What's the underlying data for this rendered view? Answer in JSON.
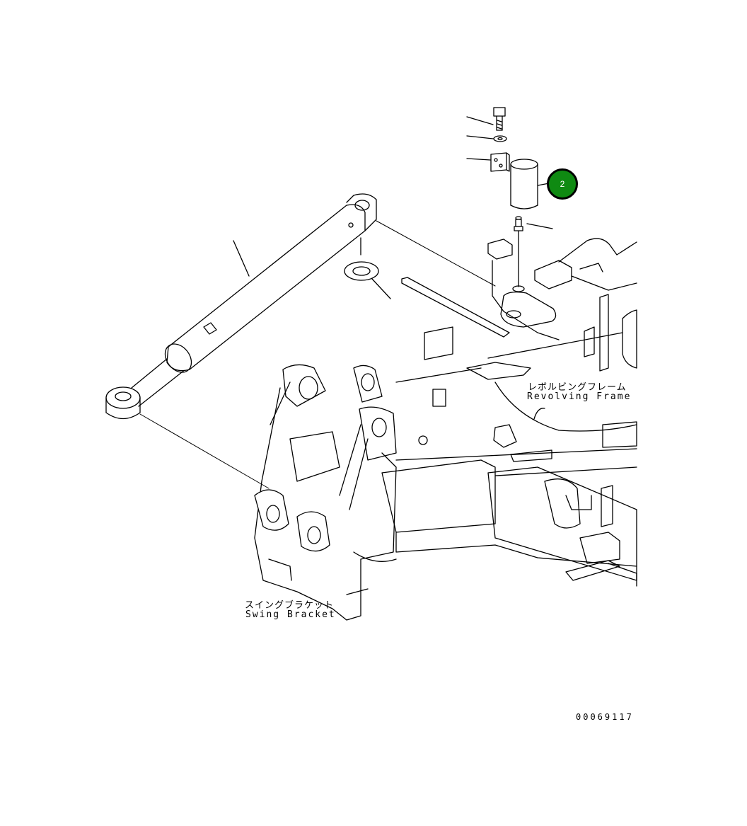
{
  "labels": {
    "revolving_frame_jp": "レボルビングフレーム",
    "revolving_frame_en": "Revolving Frame",
    "swing_bracket_jp": "スイングブラケット",
    "swing_bracket_en": "Swing Bracket"
  },
  "callout": {
    "number": "2",
    "color": "#0f8a12"
  },
  "drawing_number": "00069117"
}
